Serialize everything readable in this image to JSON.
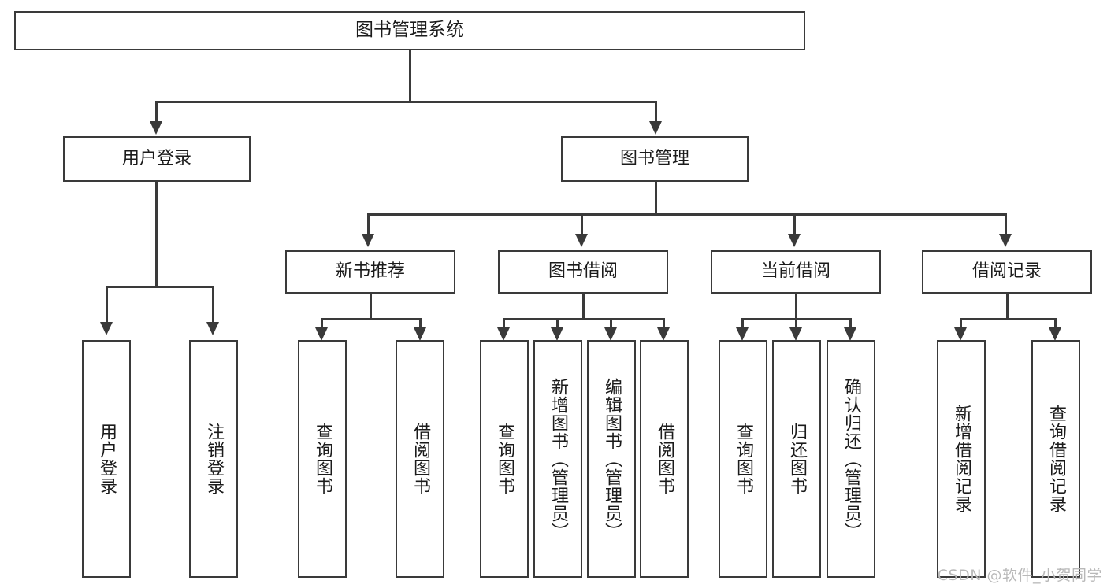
{
  "diagram": {
    "type": "hierarchy-tree",
    "title": "图书管理系统",
    "root": {
      "label": "图书管理系统"
    },
    "level2": [
      {
        "label": "用户登录"
      },
      {
        "label": "图书管理"
      }
    ],
    "level3": [
      {
        "label": "新书推荐"
      },
      {
        "label": "图书借阅"
      },
      {
        "label": "当前借阅"
      },
      {
        "label": "借阅记录"
      }
    ],
    "leaves": {
      "user_login": [
        {
          "label": "用户登录"
        },
        {
          "label": "注销登录"
        }
      ],
      "new_book_recommend": [
        {
          "label": "查询图书"
        },
        {
          "label": "借阅图书"
        }
      ],
      "book_borrow": [
        {
          "label": "查询图书"
        },
        {
          "label": "新增图书（管理员）"
        },
        {
          "label": "编辑图书（管理员）"
        },
        {
          "label": "借阅图书"
        }
      ],
      "current_borrow": [
        {
          "label": "查询图书"
        },
        {
          "label": "归还图书"
        },
        {
          "label": "确认归还（管理员）"
        }
      ],
      "borrow_record": [
        {
          "label": "新增借阅记录"
        },
        {
          "label": "查询借阅记录"
        }
      ]
    }
  },
  "watermark": {
    "text": "CSDN @软件_小贺同学"
  },
  "colors": {
    "line": "#3a3a3a",
    "box_border": "#3a3a3a",
    "box_fill": "#ffffff",
    "text": "#1b1b1b",
    "watermark": "#b9b9b9"
  }
}
